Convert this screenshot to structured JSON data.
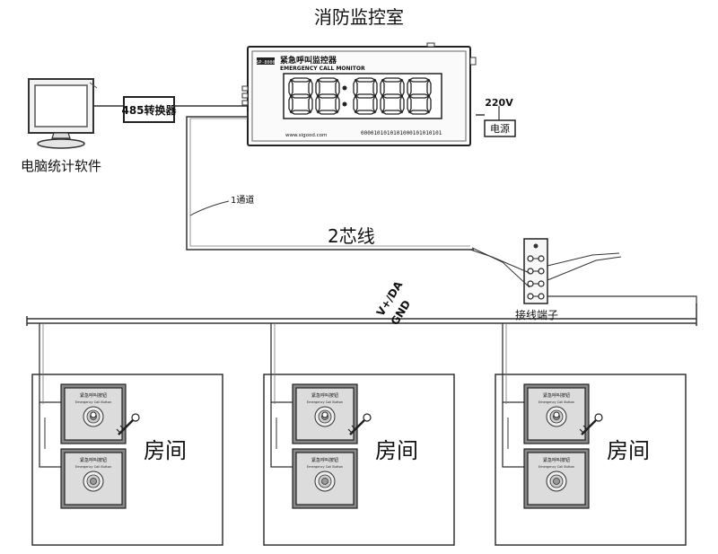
{
  "title": "消防监控室",
  "computer": {
    "label": "电脑统计软件"
  },
  "converter": {
    "label": "485转换器"
  },
  "monitor": {
    "brand_cn": "紧急呼叫监控器",
    "model": "SP-8000",
    "brand_en": "EMERGENCY CALL MONITOR",
    "display": "88:888",
    "website": "www.sigood.com",
    "indicator": "0000101010101000101010101"
  },
  "power": {
    "voltage": "220V",
    "label": "电源"
  },
  "channel": {
    "label": "1通道"
  },
  "wire": {
    "label": "2芯线"
  },
  "terminal": {
    "label": "接线端子"
  },
  "bus": {
    "top_label": "V+/DA",
    "bottom_label": "GND"
  },
  "rooms": [
    {
      "label": "房间"
    },
    {
      "label": "房间"
    },
    {
      "label": "房间"
    }
  ],
  "call_panel": {
    "title": "紧急呼叫按钮",
    "subtitle": "Emergency Call Button"
  },
  "colors": {
    "line": "#333333",
    "panel_fill": "#dcdcdc",
    "digit": "#222222"
  }
}
